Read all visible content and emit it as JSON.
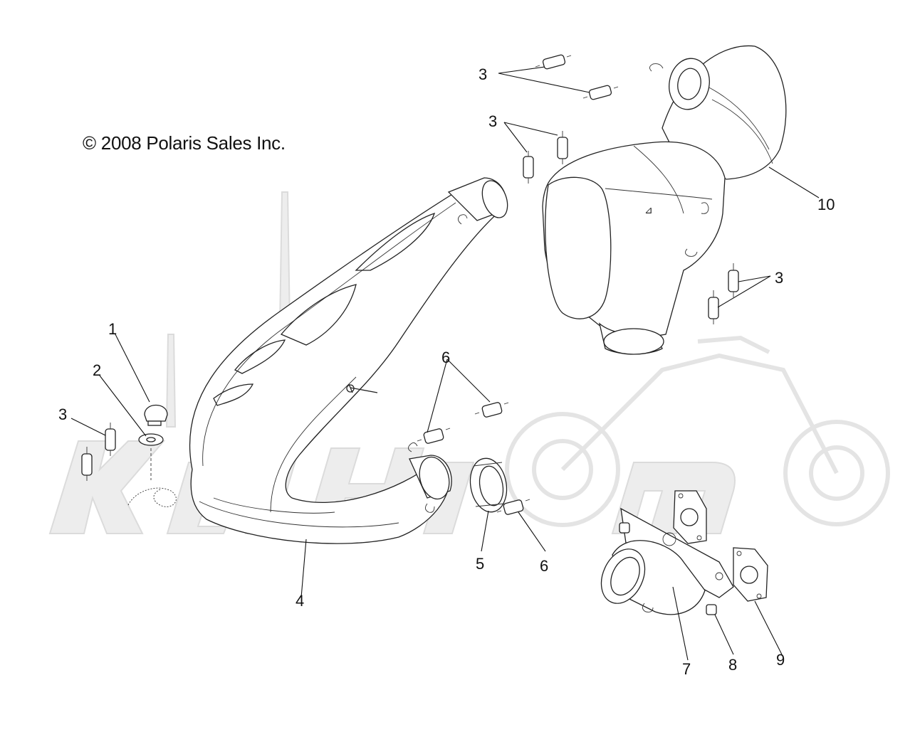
{
  "copyright": "© 2008 Polaris Sales Inc.",
  "watermark": {
    "text": "Ketilomo",
    "color": "#e6e6e6"
  },
  "callouts": [
    {
      "id": "c1",
      "label": "1"
    },
    {
      "id": "c2",
      "label": "2"
    },
    {
      "id": "c3a",
      "label": "3"
    },
    {
      "id": "c3b",
      "label": "3"
    },
    {
      "id": "c3c",
      "label": "3"
    },
    {
      "id": "c3d",
      "label": "3"
    },
    {
      "id": "c4",
      "label": "4"
    },
    {
      "id": "c5",
      "label": "5"
    },
    {
      "id": "c6a",
      "label": "6"
    },
    {
      "id": "c6b",
      "label": "6"
    },
    {
      "id": "c7",
      "label": "7"
    },
    {
      "id": "c8",
      "label": "8"
    },
    {
      "id": "c9",
      "label": "9"
    },
    {
      "id": "c10",
      "label": "10"
    }
  ]
}
